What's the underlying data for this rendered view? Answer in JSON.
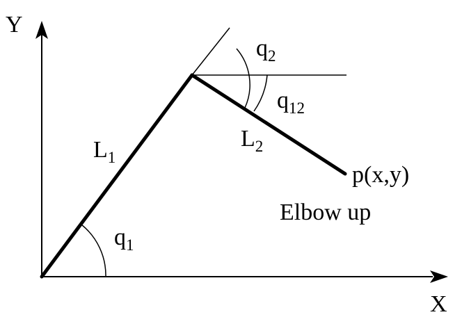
{
  "axes": {
    "x_label": "X",
    "y_label": "Y"
  },
  "links": {
    "link1": {
      "label": "L",
      "subscript": "1"
    },
    "link2": {
      "label": "L",
      "subscript": "2"
    }
  },
  "angles": {
    "q1": {
      "label": "q",
      "subscript": "1"
    },
    "q2": {
      "label": "q",
      "subscript": "2"
    },
    "q12": {
      "label": "q",
      "subscript": "12"
    }
  },
  "end_effector": {
    "label": "p(x,y)",
    "color": "#1010dd"
  },
  "configuration": {
    "label": "Elbow up",
    "color": "#e01020"
  }
}
